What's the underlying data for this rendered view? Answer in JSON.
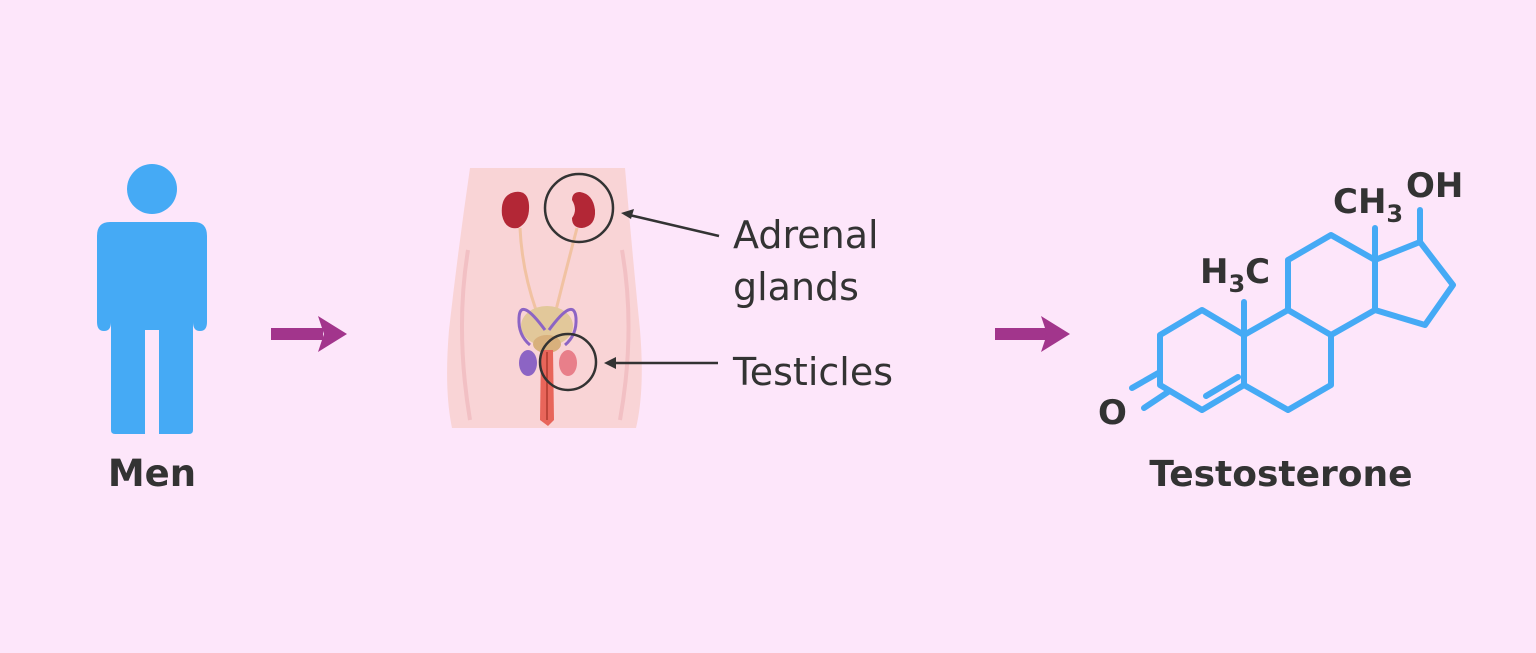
{
  "labels": {
    "men": "Men",
    "adrenal_line1": "Adrenal",
    "adrenal_line2": "glands",
    "testicles": "Testicles",
    "hormone": "Testosterone"
  },
  "molecule": {
    "ch3_main": "CH",
    "ch3_sub": "3",
    "oh": "OH",
    "h3c_h": "H",
    "h3c_sub": "3",
    "h3c_c": "C",
    "oxygen": "O"
  },
  "colors": {
    "background": "#fde6fa",
    "figure": "#45aaf5",
    "arrow": "#a2358c",
    "molecule": "#45aaf5",
    "text": "#333333",
    "kidney": "#b32736",
    "body_skin": "#f9d4d6",
    "vas_deferens": "#8c64c4",
    "penis": "#e8655a"
  },
  "icons": [
    "person-icon",
    "arrow-right-icon",
    "male-anatomy-icon",
    "testosterone-molecule-icon"
  ]
}
